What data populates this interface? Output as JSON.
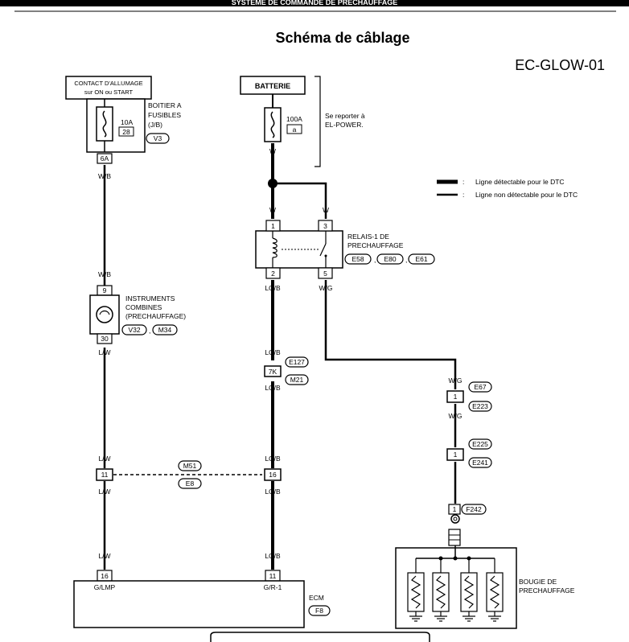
{
  "header": {
    "banner_text": "SYSTEME DE COMMANDE DE PRECHAUFFAGE",
    "title": "Schéma de câblage",
    "diagram_code": "EC-GLOW-01"
  },
  "legend": {
    "detectable": "Ligne détectable pour le DTC",
    "non_detectable": "Ligne non détectable pour le DTC"
  },
  "ignition": {
    "line1": "CONTACT D'ALLUMAGE",
    "line2": "sur ON ou START"
  },
  "fuse_box": {
    "line1": "BOITIER A",
    "line2": "FUSIBLES",
    "line3": "(J/B)",
    "fuse_rating": "10A",
    "fuse_number": "28",
    "connector": "V3",
    "pin": "6A"
  },
  "battery": {
    "label": "BATTERIE",
    "fuse_rating": "100A",
    "fuse_number": "a",
    "ref_line1": "Se reporter à",
    "ref_line2": "EL-POWER."
  },
  "relay": {
    "line1": "RELAIS-1 DE",
    "line2": "PRECHAUFFAGE",
    "connectors": [
      "E58",
      "E80",
      "E61"
    ],
    "pins": [
      "1",
      "2",
      "3",
      "5"
    ]
  },
  "cluster": {
    "line1": "INSTRUMENTS",
    "line2": "COMBINES",
    "line3": "(PRECHAUFFAGE)",
    "connectors": [
      "V32",
      "M34"
    ],
    "pin_top": "9",
    "pin_bottom": "30"
  },
  "wires": {
    "w_batt": "W",
    "w_left": "W",
    "w_right": "W",
    "wb_top": "W/B",
    "wb_mid": "W/B",
    "lw_1": "L/W",
    "lw_2": "L/W",
    "lw_3": "L/W",
    "lw_4": "L/W",
    "lgb_1": "LG/B",
    "lgb_2": "LG/B",
    "lgb_3": "LG/B",
    "lgb_4": "LG/B",
    "lgb_5": "LG/B",
    "lgb_6": "LG/B",
    "wg_1": "W/G",
    "wg_2": "W/G",
    "wg_3": "W/G"
  },
  "junction_e127": {
    "connectors": [
      "E127",
      "M21"
    ],
    "pin": "7K"
  },
  "junction_m51": {
    "connectors": [
      "M51",
      "E8"
    ],
    "pin_left": "11",
    "pin_right": "16"
  },
  "junction_e67": {
    "connectors": [
      "E67",
      "E223"
    ],
    "pin": "1"
  },
  "junction_e225": {
    "connectors": [
      "E225",
      "E241"
    ],
    "pin": "1"
  },
  "junction_f242": {
    "connector": "F242",
    "pin": "1"
  },
  "glow_plugs": {
    "line1": "BOUGIE DE",
    "line2": "PRECHAUFFAGE"
  },
  "ecm": {
    "label": "ECM",
    "connector": "F8",
    "pin_left": "16",
    "pin_right": "11",
    "term_left": "G/LMP",
    "term_right": "G/R-1"
  }
}
